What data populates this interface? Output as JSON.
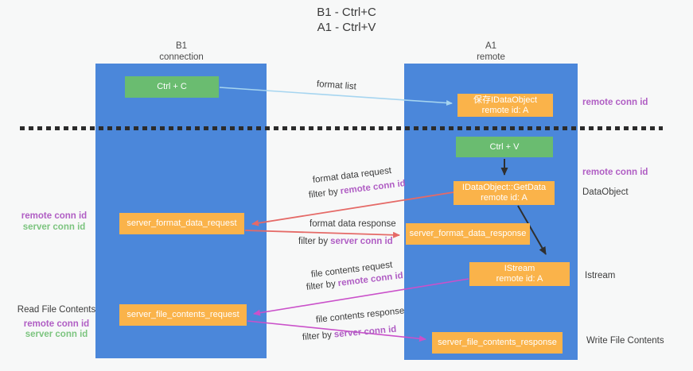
{
  "title": {
    "line1": "B1 - Ctrl+C",
    "line2": "A1 - Ctrl+V"
  },
  "lanes": {
    "left": {
      "name": "B1",
      "role": "connection"
    },
    "right": {
      "name": "A1",
      "role": "remote"
    }
  },
  "boxes": {
    "ctrl_c": "Ctrl + C",
    "ctrl_v": "Ctrl + V",
    "save_dataobject": {
      "line1": "保存IDataObject",
      "line2": "remote id: A"
    },
    "getdata": {
      "line1": "IDataObject::GetData",
      "line2": "remote id: A"
    },
    "istream": {
      "line1": "IStream",
      "line2": "remote id: A"
    },
    "format_request": "server_format_data_request",
    "format_response": "server_format_data_response",
    "file_request": "server_file_contents_request",
    "file_response": "server_file_contents_response"
  },
  "labels": {
    "format_list": "format list",
    "format_data_request": "format data request",
    "format_data_response": "format data response",
    "file_contents_request": "file contents request",
    "file_contents_response": "file contents response",
    "filter_by": "filter by",
    "remote_conn_id": "remote conn id",
    "server_conn_id": "server conn id",
    "dataobject": "DataObject",
    "istream": "Istream",
    "read_file_contents": "Read File Contents",
    "write_file_contents": "Write File Contents"
  },
  "colors": {
    "lane_blue": "#4b87da",
    "box_green": "#6abc70",
    "box_orange": "#fab34a",
    "arrow_light_blue": "#a6d5f0",
    "arrow_red": "#e56a67",
    "arrow_magenta": "#ca51ca",
    "arrow_black": "#2f2f2f",
    "text_purple": "#b05ec4",
    "text_green": "#7cc47f",
    "dashed_line": "#2b2b2b"
  }
}
